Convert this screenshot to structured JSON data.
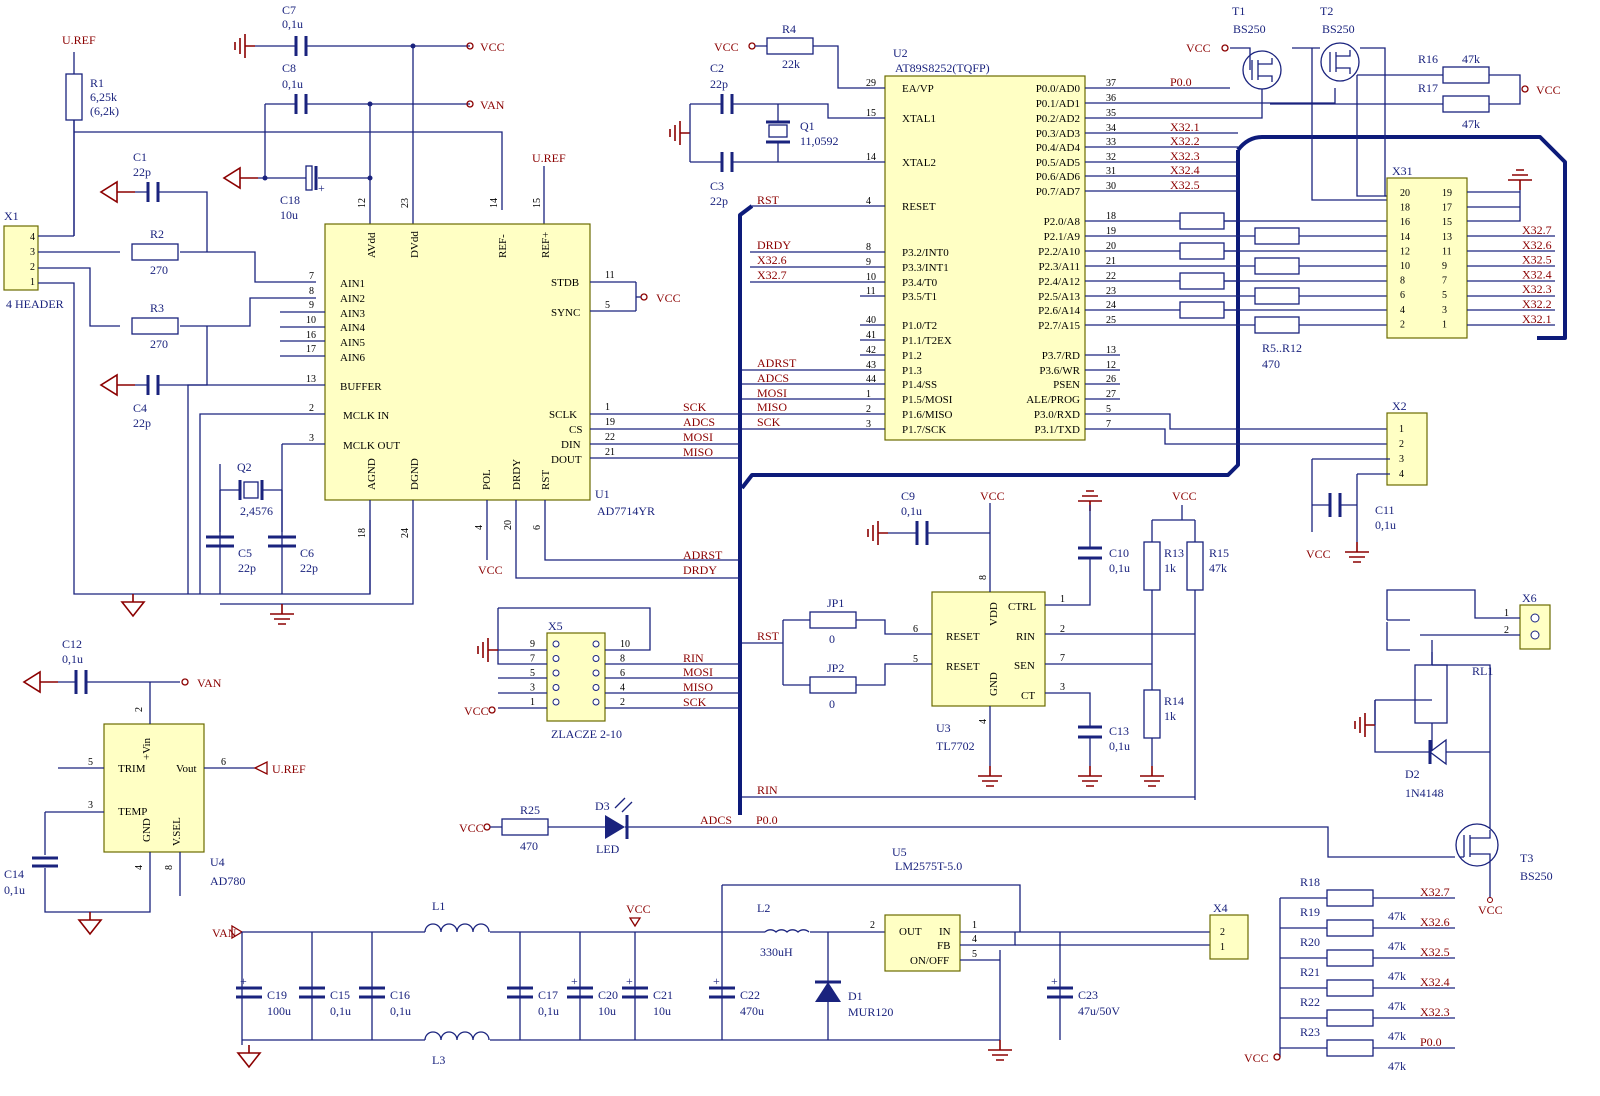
{
  "power": {
    "vcc": "VCC",
    "van": "VAN",
    "uref": "U.REF"
  },
  "components": {
    "r1": {
      "ref": "R1",
      "v1": "6,25k",
      "v2": "(6,2k)"
    },
    "r2": {
      "ref": "R2",
      "val": "270"
    },
    "r3": {
      "ref": "R3",
      "val": "270"
    },
    "r4": {
      "ref": "R4",
      "val": "22k"
    },
    "r16": {
      "ref": "R16",
      "val": "47k"
    },
    "r17": {
      "ref": "R17",
      "val": "47k"
    },
    "r5r12": {
      "ref": "R5..R12",
      "val": "470"
    },
    "r13": {
      "ref": "R13",
      "val": "1k"
    },
    "r14": {
      "ref": "R14",
      "val": "1k"
    },
    "r15": {
      "ref": "R15",
      "val": "47k"
    },
    "r25": {
      "ref": "R25",
      "val": "470"
    },
    "c1": {
      "ref": "C1",
      "val": "22p"
    },
    "c2": {
      "ref": "C2",
      "val": "22p"
    },
    "c3": {
      "ref": "C3",
      "val": "22p"
    },
    "c4": {
      "ref": "C4",
      "val": "22p"
    },
    "c5": {
      "ref": "C5",
      "val": "22p"
    },
    "c6": {
      "ref": "C6",
      "val": "22p"
    },
    "c7": {
      "ref": "C7",
      "val": "0,1u"
    },
    "c8": {
      "ref": "C8",
      "val": "0,1u"
    },
    "c9": {
      "ref": "C9",
      "val": "0,1u"
    },
    "c10": {
      "ref": "C10",
      "val": "0,1u"
    },
    "c11": {
      "ref": "C11",
      "val": "0,1u"
    },
    "c12": {
      "ref": "C12",
      "val": "0,1u"
    },
    "c13": {
      "ref": "C13",
      "val": "0,1u"
    },
    "c14": {
      "ref": "C14",
      "val": "0,1u"
    },
    "c15": {
      "ref": "C15",
      "val": "0,1u"
    },
    "c16": {
      "ref": "C16",
      "val": "0,1u"
    },
    "c17": {
      "ref": "C17",
      "val": "0,1u"
    },
    "c18": {
      "ref": "C18",
      "val": "10u"
    },
    "c19": {
      "ref": "C19",
      "val": "100u"
    },
    "c20": {
      "ref": "C20",
      "val": "10u"
    },
    "c21": {
      "ref": "C21",
      "val": "10u"
    },
    "c22": {
      "ref": "C22",
      "val": "470u"
    },
    "c23": {
      "ref": "C23",
      "val": "47u/50V"
    },
    "q1": {
      "ref": "Q1",
      "val": "11,0592"
    },
    "q2": {
      "ref": "Q2",
      "val": "2,4576"
    },
    "l1": {
      "ref": "L1"
    },
    "l2": {
      "ref": "L2",
      "val": "330uH"
    },
    "l3": {
      "ref": "L3"
    },
    "d1": {
      "ref": "D1",
      "val": "MUR120"
    },
    "d2": {
      "ref": "D2",
      "val": "1N4148"
    },
    "d3": {
      "ref": "D3",
      "val": "LED"
    },
    "jp1": {
      "ref": "JP1",
      "val": "0"
    },
    "jp2": {
      "ref": "JP2",
      "val": "0"
    },
    "t1": {
      "ref": "T1",
      "val": "BS250"
    },
    "t2": {
      "ref": "T2",
      "val": "BS250"
    },
    "t3": {
      "ref": "T3",
      "val": "BS250"
    },
    "rl1": {
      "ref": "RL1"
    },
    "x1": {
      "ref": "X1",
      "val": "4 HEADER",
      "pins": [
        "4",
        "3",
        "2",
        "1"
      ]
    },
    "x2": {
      "ref": "X2",
      "pins": [
        "1",
        "2",
        "3",
        "4"
      ]
    },
    "x4": {
      "ref": "X4",
      "pins": [
        "2",
        "1"
      ]
    },
    "x5": {
      "ref": "X5",
      "val": "ZLACZE 2-10"
    },
    "x6": {
      "ref": "X6",
      "pins": [
        "1",
        "2"
      ]
    }
  },
  "u1": {
    "ref": "U1",
    "part": "AD7714YR",
    "left_pins": [
      {
        "num": "7",
        "name": "AIN1"
      },
      {
        "num": "8",
        "name": "AIN2"
      },
      {
        "num": "9",
        "name": "AIN3"
      },
      {
        "num": "10",
        "name": "AIN4"
      },
      {
        "num": "16",
        "name": "AIN5"
      },
      {
        "num": "17",
        "name": "AIN6"
      },
      {
        "num": "13",
        "name": "BUFFER"
      },
      {
        "num": "2",
        "name": "MCLK IN"
      },
      {
        "num": "3",
        "name": "MCLK OUT"
      }
    ],
    "right_pins": [
      {
        "num": "11",
        "name": "STDB"
      },
      {
        "num": "5",
        "name": "SYNC"
      },
      {
        "num": "1",
        "name": "SCLK"
      },
      {
        "num": "19",
        "name": "CS"
      },
      {
        "num": "22",
        "name": "DIN"
      },
      {
        "num": "21",
        "name": "DOUT"
      }
    ],
    "top_pins": [
      {
        "num": "12",
        "name": "AVdd"
      },
      {
        "num": "23",
        "name": "DVdd"
      },
      {
        "num": "14",
        "name": "REF-"
      },
      {
        "num": "15",
        "name": "REF+"
      }
    ],
    "bottom_pins": [
      {
        "num": "18",
        "name": "AGND"
      },
      {
        "num": "24",
        "name": "DGND"
      },
      {
        "num": "4",
        "name": "POL"
      },
      {
        "num": "20",
        "name": "DRDY"
      },
      {
        "num": "6",
        "name": "RST"
      }
    ]
  },
  "u2": {
    "ref": "U2",
    "part": "AT89S8252(TQFP)",
    "left_pins": [
      {
        "num": "29",
        "name": "EA/VP"
      },
      {
        "num": "15",
        "name": "XTAL1"
      },
      {
        "num": "14",
        "name": "XTAL2"
      },
      {
        "num": "4",
        "name": "RESET"
      },
      {
        "num": "8",
        "name": "P3.2/INT0"
      },
      {
        "num": "9",
        "name": "P3.3/INT1"
      },
      {
        "num": "10",
        "name": "P3.4/T0"
      },
      {
        "num": "11",
        "name": "P3.5/T1"
      },
      {
        "num": "40",
        "name": "P1.0/T2"
      },
      {
        "num": "41",
        "name": "P1.1/T2EX"
      },
      {
        "num": "42",
        "name": "P1.2"
      },
      {
        "num": "43",
        "name": "P1.3"
      },
      {
        "num": "44",
        "name": "P1.4/SS"
      },
      {
        "num": "1",
        "name": "P1.5/MOSI"
      },
      {
        "num": "2",
        "name": "P1.6/MISO"
      },
      {
        "num": "3",
        "name": "P1.7/SCK"
      }
    ],
    "right_pins": [
      {
        "num": "37",
        "name": "P0.0/AD0"
      },
      {
        "num": "36",
        "name": "P0.1/AD1"
      },
      {
        "num": "35",
        "name": "P0.2/AD2"
      },
      {
        "num": "34",
        "name": "P0.3/AD3"
      },
      {
        "num": "33",
        "name": "P0.4/AD4"
      },
      {
        "num": "32",
        "name": "P0.5/AD5"
      },
      {
        "num": "31",
        "name": "P0.6/AD6"
      },
      {
        "num": "30",
        "name": "P0.7/AD7"
      },
      {
        "num": "18",
        "name": "P2.0/A8"
      },
      {
        "num": "19",
        "name": "P2.1/A9"
      },
      {
        "num": "20",
        "name": "P2.2/A10"
      },
      {
        "num": "21",
        "name": "P2.3/A11"
      },
      {
        "num": "22",
        "name": "P2.4/A12"
      },
      {
        "num": "23",
        "name": "P2.5/A13"
      },
      {
        "num": "24",
        "name": "P2.6/A14"
      },
      {
        "num": "25",
        "name": "P2.7/A15"
      },
      {
        "num": "13",
        "name": "P3.7/RD"
      },
      {
        "num": "12",
        "name": "P3.6/WR"
      },
      {
        "num": "26",
        "name": "PSEN"
      },
      {
        "num": "27",
        "name": "ALE/PROG"
      },
      {
        "num": "5",
        "name": "P3.0/RXD"
      },
      {
        "num": "7",
        "name": "P3.1/TXD"
      }
    ]
  },
  "u3": {
    "ref": "U3",
    "part": "TL7702",
    "pins": [
      {
        "num": "6",
        "name": "RESET"
      },
      {
        "num": "5",
        "name": "RESET"
      },
      {
        "num": "8",
        "name": "VDD"
      },
      {
        "num": "4",
        "name": "GND"
      },
      {
        "num": "1",
        "name": "CTRL"
      },
      {
        "num": "2",
        "name": "RIN"
      },
      {
        "num": "7",
        "name": "SEN"
      },
      {
        "num": "3",
        "name": "CT"
      }
    ]
  },
  "u4": {
    "ref": "U4",
    "part": "AD780",
    "pins": [
      {
        "num": "2",
        "name": "+Vin"
      },
      {
        "num": "5",
        "name": "TRIM"
      },
      {
        "num": "6",
        "name": "Vout"
      },
      {
        "num": "3",
        "name": "TEMP"
      },
      {
        "num": "4",
        "name": "GND"
      },
      {
        "num": "8",
        "name": "V.SEL"
      }
    ]
  },
  "u5": {
    "ref": "U5",
    "part": "LM2575T-5.0",
    "pins": [
      {
        "num": "2",
        "name": "OUT"
      },
      {
        "num": "1",
        "name": "IN"
      },
      {
        "num": "4",
        "name": "FB"
      },
      {
        "num": "5",
        "name": "ON/OFF"
      }
    ]
  },
  "x31": {
    "ref": "X31",
    "left": [
      "20",
      "18",
      "16",
      "14",
      "12",
      "10",
      "8",
      "6",
      "4",
      "2"
    ],
    "right": [
      "19",
      "17",
      "15",
      "13",
      "11",
      "9",
      "7",
      "5",
      "3",
      "1"
    ],
    "nets": [
      "X32.7",
      "X32.6",
      "X32.5",
      "X32.4",
      "X32.3",
      "X32.2",
      "X32.1"
    ]
  },
  "x5pins": {
    "left": [
      "9",
      "7",
      "5",
      "3",
      "1"
    ],
    "right": [
      "10",
      "8",
      "6",
      "4",
      "2"
    ]
  },
  "nets": {
    "p00": "P0.0",
    "x321": "X32.1",
    "x322": "X32.2",
    "x323": "X32.3",
    "x324": "X32.4",
    "x325": "X32.5",
    "x326": "X32.6",
    "x327": "X32.7",
    "sck": "SCK",
    "adcs": "ADCS",
    "mosi": "MOSI",
    "miso": "MISO",
    "rst": "RST",
    "drdy": "DRDY",
    "adrst": "ADRST",
    "rin": "RIN"
  },
  "r_bank": [
    {
      "ref": "R18",
      "val": "47k",
      "net": "X32.7"
    },
    {
      "ref": "R19",
      "val": "47k",
      "net": "X32.6"
    },
    {
      "ref": "R20",
      "val": "47k",
      "net": "X32.5"
    },
    {
      "ref": "R21",
      "val": "47k",
      "net": "X32.4"
    },
    {
      "ref": "R22",
      "val": "47k",
      "net": "X32.3"
    },
    {
      "ref": "R23",
      "val": "47k",
      "net": "P0.0"
    }
  ]
}
